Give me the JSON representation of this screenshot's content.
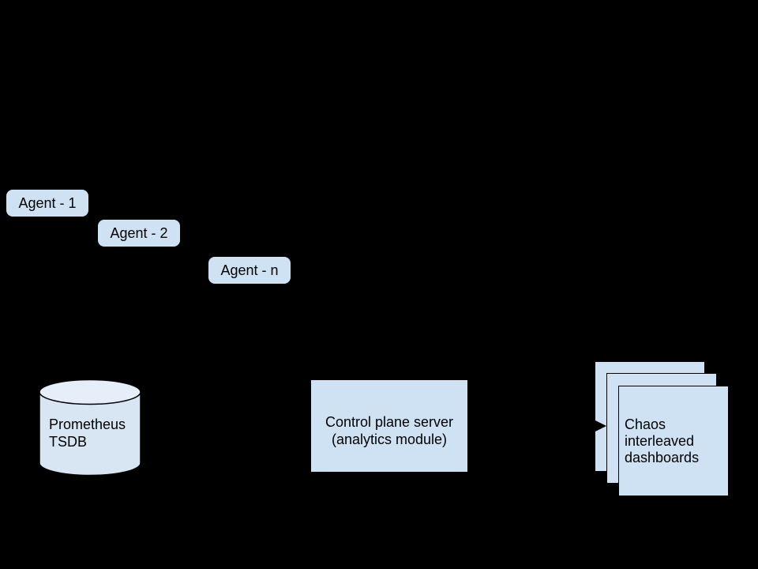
{
  "diagram": {
    "colors": {
      "background": "#000000",
      "node_fill": "#cfe2f3",
      "cylinder_body_fill": "#d8e5f3",
      "cylinder_top_fill": "#e6eef9",
      "stroke": "#000000",
      "text": "#000000",
      "arrow": "#000000"
    },
    "agents": [
      {
        "label": "Agent - 1"
      },
      {
        "label": "Agent - 2"
      },
      {
        "label": "Agent - n"
      }
    ],
    "database": {
      "line1": "Prometheus",
      "line2": "TSDB"
    },
    "server": {
      "line1": "Control plane server",
      "line2": "(analytics module)"
    },
    "dashboards": {
      "line1": "Chaos",
      "line2": "interleaved",
      "line3": "dashboards"
    }
  }
}
